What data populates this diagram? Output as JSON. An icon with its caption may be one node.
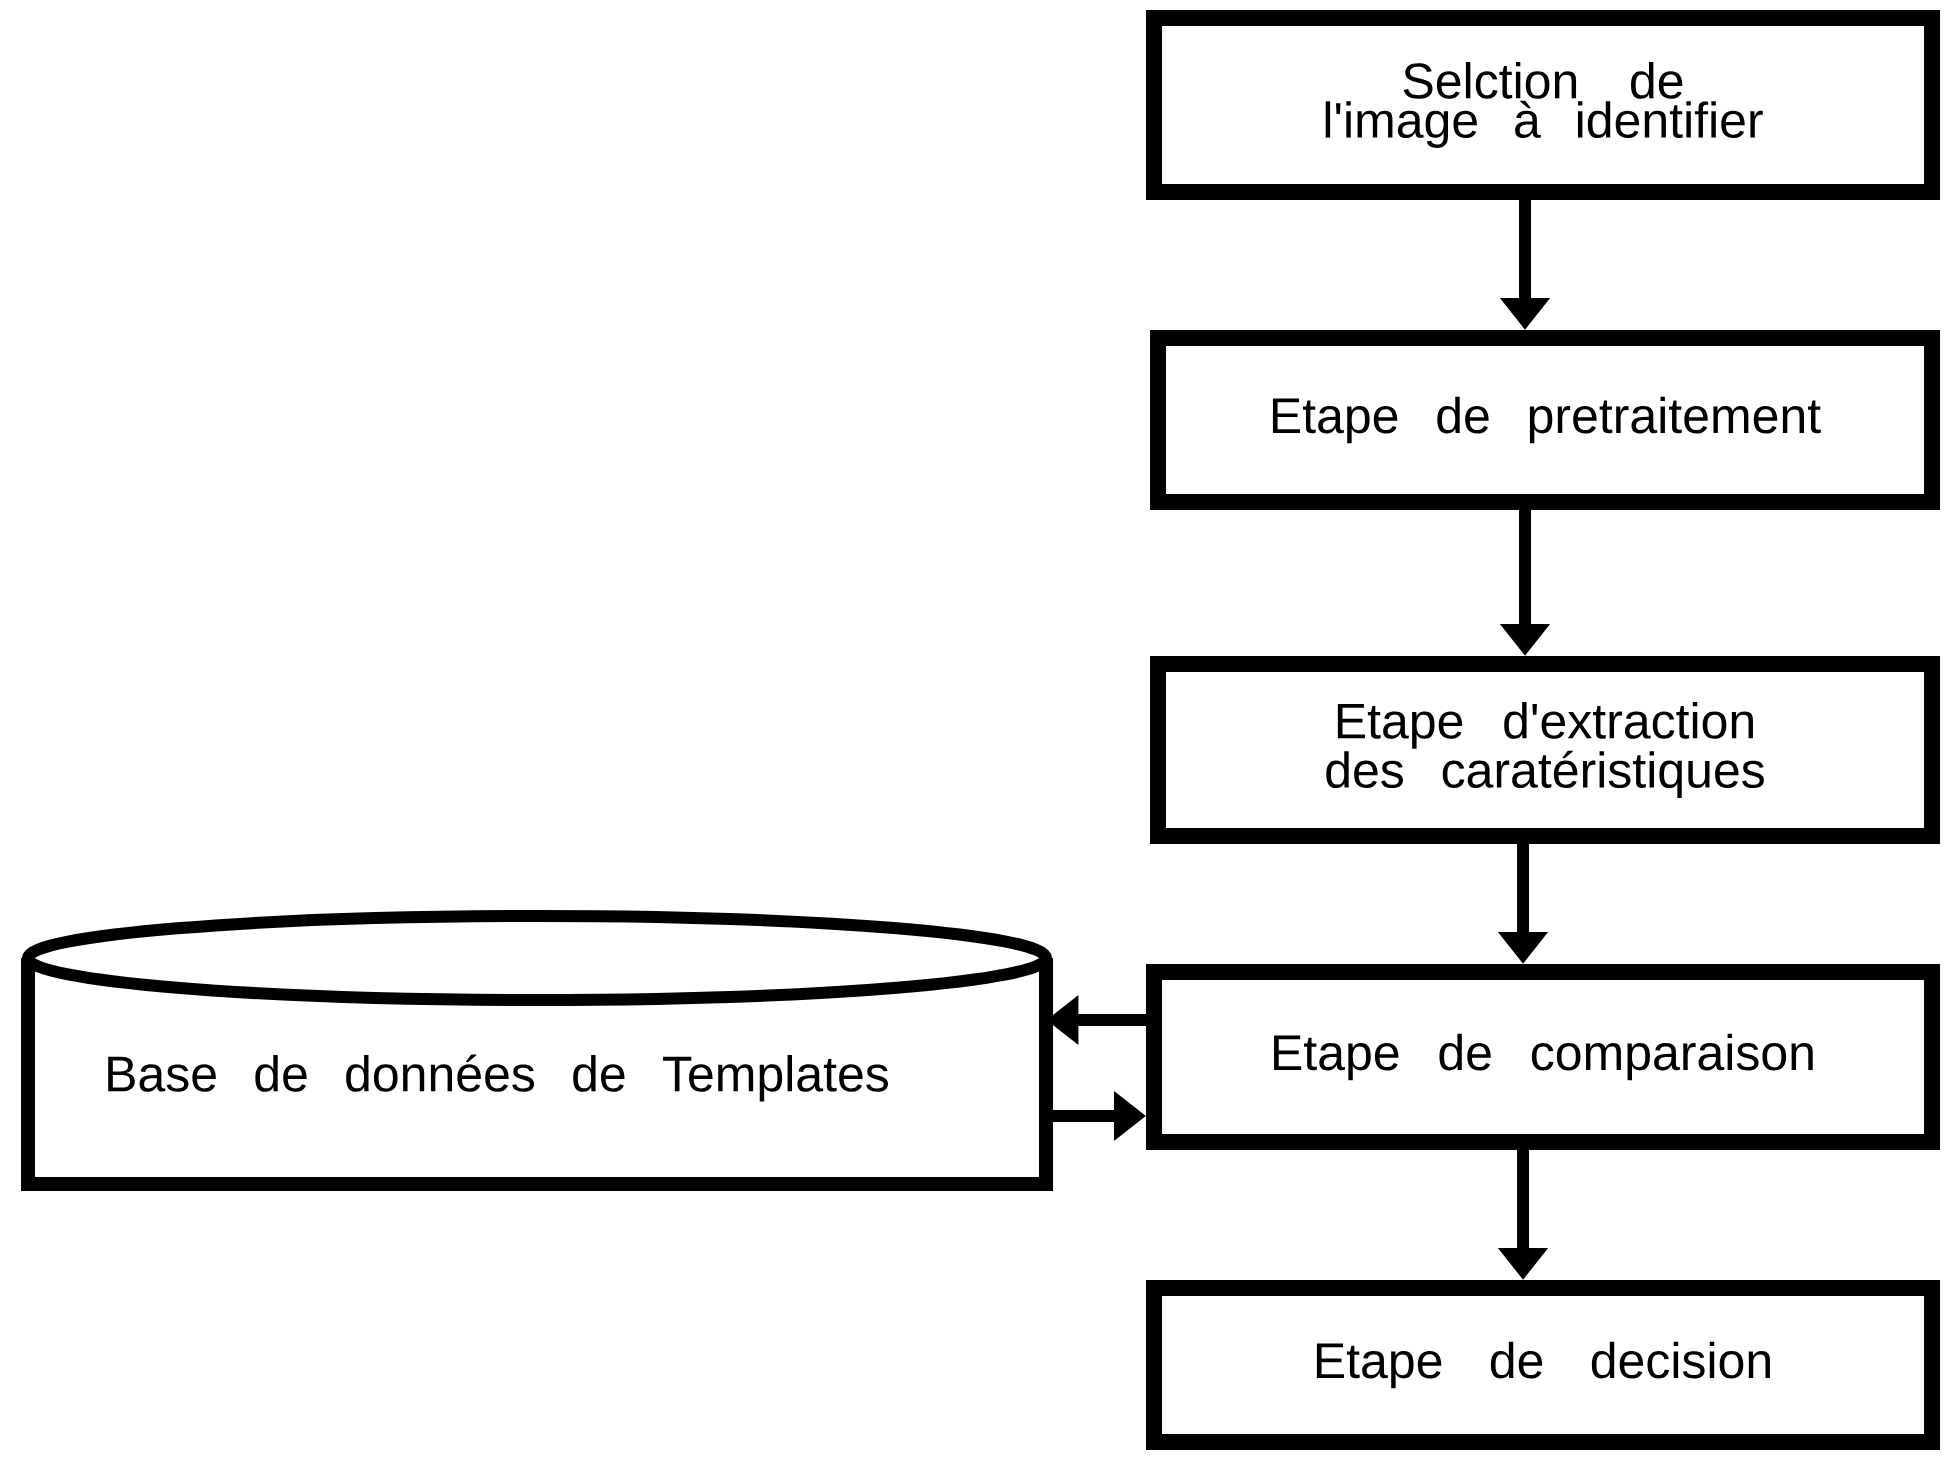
{
  "diagram": {
    "nodes": [
      {
        "text": [
          "Selction de l'image à identifier"
        ]
      },
      {
        "text": [
          "Etape de pretraitement"
        ]
      },
      {
        "text": [
          "Etape d'extraction des caratéristiques"
        ]
      },
      {
        "text": [
          "Base de données de Templates"
        ]
      },
      {
        "text": [
          "Etape de comparaison"
        ]
      },
      {
        "text": [
          "Etape de decision"
        ]
      }
    ],
    "edges": [
      {
        "from": 0,
        "to": 1,
        "arrow": "to"
      },
      {
        "from": 1,
        "to": 2,
        "arrow": "to"
      },
      {
        "from": 2,
        "to": 4,
        "arrow": "to"
      },
      {
        "from": 4,
        "to": 3,
        "arrow": "to"
      },
      {
        "from": 3,
        "to": 4,
        "arrow": "to"
      },
      {
        "from": 4,
        "to": 5,
        "arrow": "to"
      }
    ]
  }
}
